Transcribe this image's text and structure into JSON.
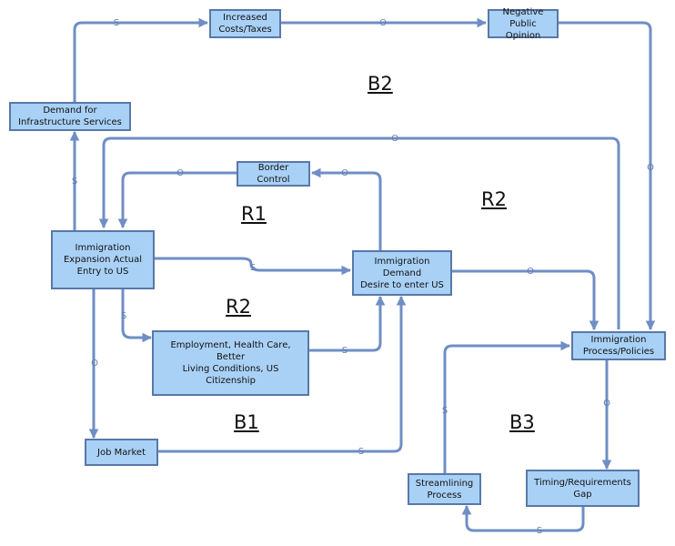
{
  "colors": {
    "node_fill": "#a9d1f6",
    "node_border": "#5878a8",
    "arrow": "#6f8ec4"
  },
  "nodes": {
    "increased_costs": "Increased\nCosts/Taxes",
    "negative_opinion": "Negative\nPublic Opinion",
    "demand_infra": "Demand for\nInfrastructure Services",
    "border_control": "Border Control",
    "immigration_expansion": "Immigration\nExpansion Actual\nEntry to US",
    "immigration_demand": "Immigration Demand\nDesire to enter US",
    "employment": "Employment, Health Care, Better\nLiving Conditions, US Citizenship",
    "immigration_process": "Immigration\nProcess/Policies",
    "job_market": "Job Market",
    "streamlining": "Streamlining\nProcess",
    "timing_gap": "Timing/Requirements\nGap"
  },
  "loops": {
    "b2": "B2",
    "r1": "R1",
    "r2_right": "R2",
    "r2_left": "R2",
    "b1": "B1",
    "b3": "B3"
  },
  "edges": {
    "infra_to_costs": "S",
    "costs_to_opinion": "O",
    "opinion_to_process": "O",
    "process_to_expansion": "O",
    "expansion_to_infra": "S",
    "demand_to_border": "O",
    "border_to_expansion": "O",
    "expansion_to_demand": "S",
    "expansion_to_employment": "S",
    "employment_to_demand": "S",
    "demand_to_process": "O",
    "expansion_to_job": "O",
    "job_to_demand": "S",
    "process_to_timing": "O",
    "timing_to_streamlining": "S",
    "streamlining_to_process": "S"
  }
}
